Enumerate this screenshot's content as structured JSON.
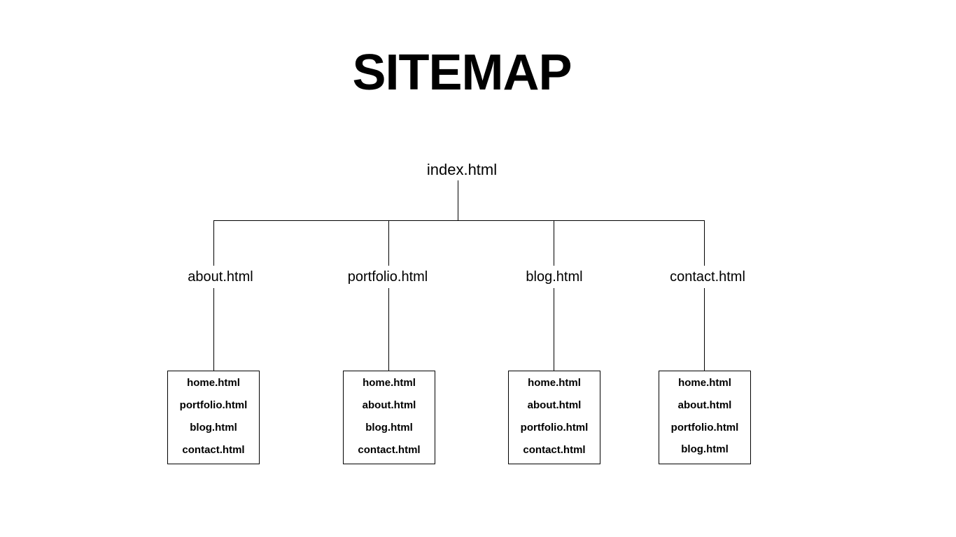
{
  "title": "SITEMAP",
  "root": {
    "label": "index.html"
  },
  "pages": [
    {
      "label": "about.html",
      "links": [
        "home.html",
        "portfolio.html",
        "blog.html",
        "contact.html"
      ]
    },
    {
      "label": "portfolio.html",
      "links": [
        "home.html",
        "about.html",
        "blog.html",
        "contact.html"
      ]
    },
    {
      "label": "blog.html",
      "links": [
        "home.html",
        "about.html",
        "portfolio.html",
        "contact.html"
      ]
    },
    {
      "label": "contact.html",
      "links": [
        "home.html",
        "about.html",
        "portfolio.html",
        "blog.html"
      ]
    }
  ]
}
